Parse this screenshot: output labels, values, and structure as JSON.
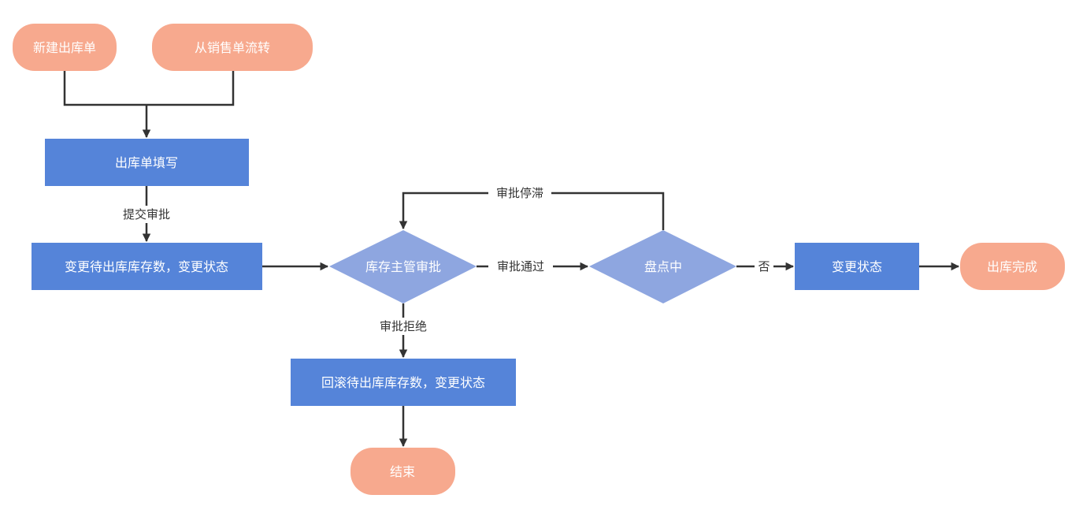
{
  "diagram": {
    "type": "flowchart",
    "colors": {
      "terminal": "#F7A98E",
      "process": "#5584D9",
      "decision": "#8EA6E0",
      "edge": "#333333",
      "node_text": "#FFFFFF",
      "label_text": "#333333"
    },
    "nodes": [
      {
        "id": "new_order",
        "shape": "terminal",
        "label": "新建出库单"
      },
      {
        "id": "from_sales",
        "shape": "terminal",
        "label": "从销售单流转"
      },
      {
        "id": "fill_form",
        "shape": "process",
        "label": "出库单填写"
      },
      {
        "id": "update_pending",
        "shape": "process",
        "label": "变更待出库库存数，变更状态"
      },
      {
        "id": "manager_approve",
        "shape": "decision",
        "label": "库存主管审批"
      },
      {
        "id": "stocktaking",
        "shape": "decision",
        "label": "盘点中"
      },
      {
        "id": "update_status",
        "shape": "process",
        "label": "变更状态"
      },
      {
        "id": "done",
        "shape": "terminal",
        "label": "出库完成"
      },
      {
        "id": "rollback",
        "shape": "process",
        "label": "回滚待出库库存数，变更状态"
      },
      {
        "id": "end",
        "shape": "terminal",
        "label": "结束"
      }
    ],
    "edges": [
      {
        "from": "new_order",
        "to": "fill_form",
        "label": ""
      },
      {
        "from": "from_sales",
        "to": "fill_form",
        "label": ""
      },
      {
        "from": "fill_form",
        "to": "update_pending",
        "label": "提交审批"
      },
      {
        "from": "update_pending",
        "to": "manager_approve",
        "label": ""
      },
      {
        "from": "manager_approve",
        "to": "stocktaking",
        "label": "审批通过"
      },
      {
        "from": "stocktaking",
        "to": "manager_approve",
        "label": "审批停滞"
      },
      {
        "from": "stocktaking",
        "to": "update_status",
        "label": "否"
      },
      {
        "from": "update_status",
        "to": "done",
        "label": ""
      },
      {
        "from": "manager_approve",
        "to": "rollback",
        "label": "审批拒绝"
      },
      {
        "from": "rollback",
        "to": "end",
        "label": ""
      }
    ]
  }
}
